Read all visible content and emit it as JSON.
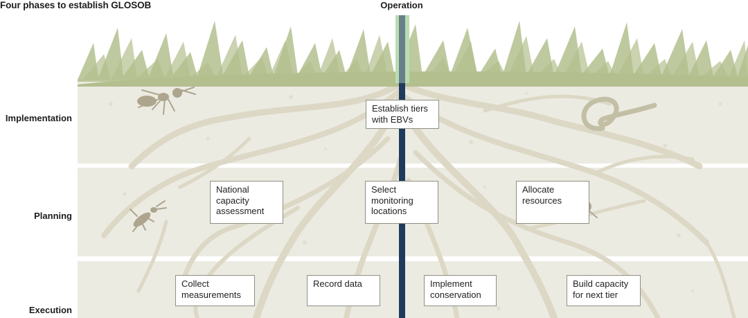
{
  "figure": {
    "title": "Four phases to establish GLOSOB",
    "axis_label": "Operation",
    "phases": [
      {
        "label": "Implementation"
      },
      {
        "label": "Planning"
      },
      {
        "label": "Execution"
      }
    ],
    "steps": [
      {
        "text": "Establish tiers\nwith EBVs"
      },
      {
        "text": "National\ncapacity\nassessment"
      },
      {
        "text": "Select\nmonitoring\nlocations"
      },
      {
        "text": "Allocate\nresources"
      },
      {
        "text": "Collect\nmeasurements"
      },
      {
        "text": "Record data"
      },
      {
        "text": "Implement\nconservation"
      },
      {
        "text": "Build capacity\nfor next tier"
      }
    ],
    "illustrations": [
      "grass-icon",
      "ant-icon",
      "worm-icon",
      "beetle-icon",
      "mite-icon"
    ],
    "colors": {
      "grass": "#b3bf8e",
      "soil_band": "#ecebe2",
      "roots": "#dcd8c5",
      "stem": "#1e3b5e",
      "stem_top": "#b9dcb2",
      "insect": "#aea58e"
    }
  }
}
